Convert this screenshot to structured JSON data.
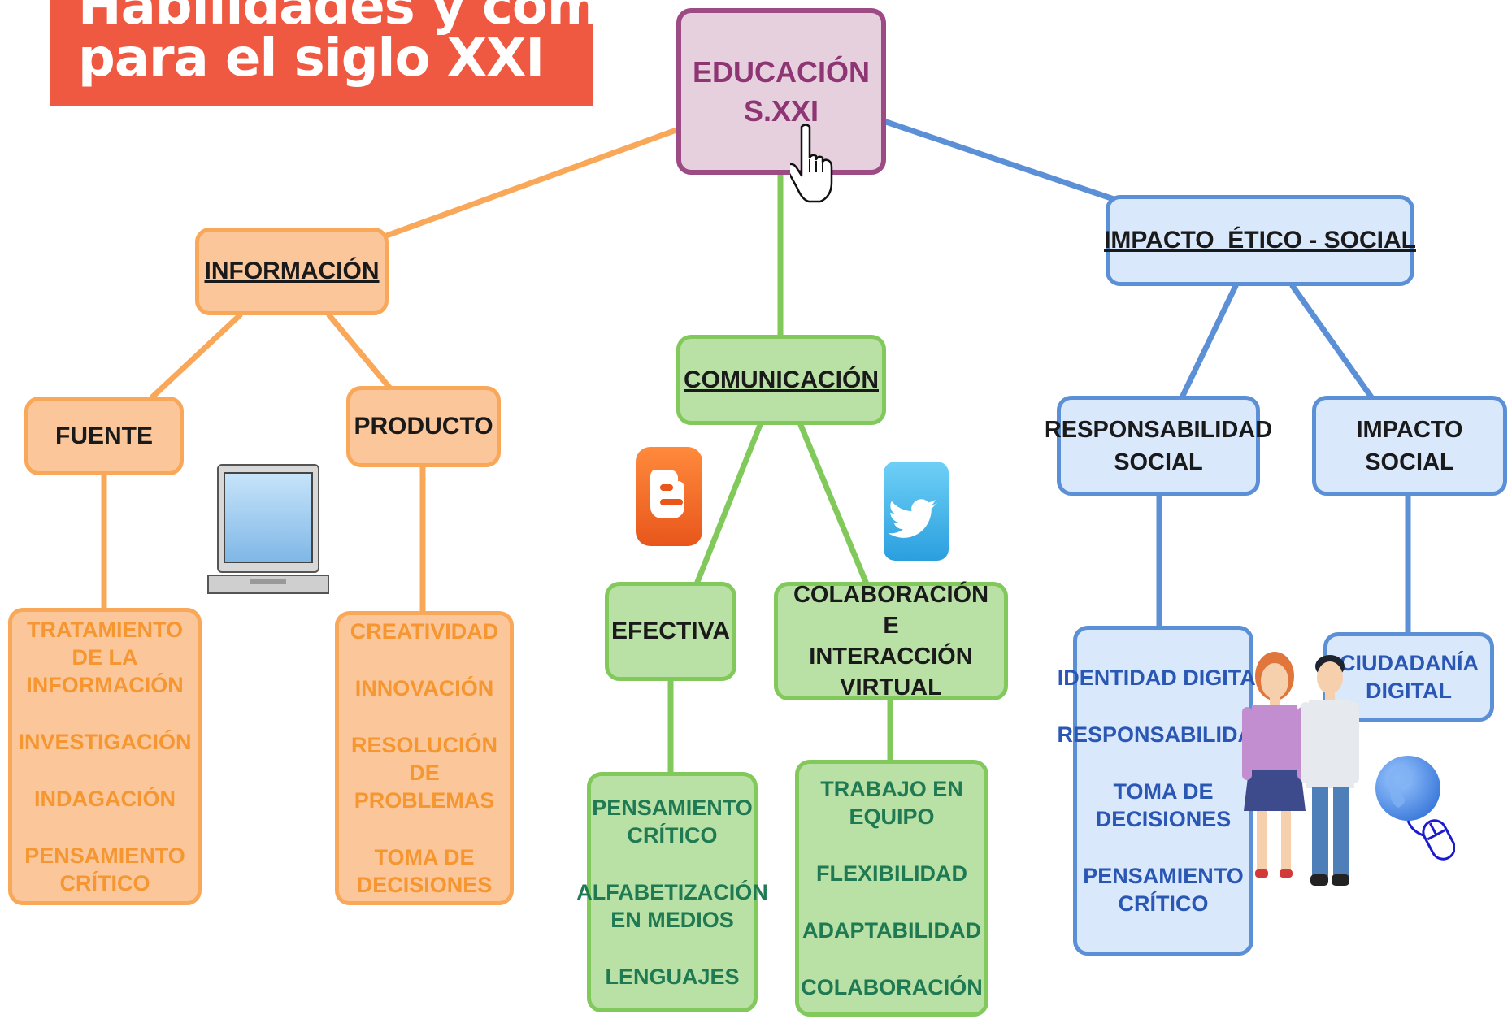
{
  "banner": {
    "line1": "Habilidades y competencias",
    "line2": "para el siglo XXI"
  },
  "root": {
    "line1": "EDUCACIÓN",
    "line2": "S.XXI"
  },
  "informacion": {
    "title": "INFORMACIÓN",
    "fuente": {
      "title": "FUENTE",
      "items": [
        "TRATAMIENTO DE LA INFORMACIÓN",
        "INVESTIGACIÓN",
        "INDAGACIÓN",
        "PENSAMIENTO CRÍTICO"
      ]
    },
    "producto": {
      "title": "PRODUCTO",
      "items": [
        "CREATIVIDAD",
        "INNOVACIÓN",
        "RESOLUCIÓN DE PROBLEMAS",
        "TOMA DE DECISIONES"
      ]
    }
  },
  "comunicacion": {
    "title": "COMUNICACIÓN",
    "efectiva": {
      "title": "EFECTIVA",
      "items": [
        "PENSAMIENTO CRÍTICO",
        "ALFABETIZACIÓN EN MEDIOS",
        "LENGUAJES"
      ]
    },
    "colaboracion": {
      "line1": "COLABORACIÓN",
      "line2": "E",
      "line3": "INTERACCIÓN VIRTUAL",
      "items": [
        "TRABAJO EN EQUIPO",
        "FLEXIBILIDAD",
        "ADAPTABILIDAD",
        "COLABORACIÓN"
      ]
    }
  },
  "impacto": {
    "title": "IMPACTO  ÉTICO - SOCIAL",
    "responsabilidad": {
      "line1": "RESPONSABILIDAD",
      "line2": "SOCIAL",
      "items": [
        "IDENTIDAD DIGITAL",
        "RESPONSABILIDAD",
        "TOMA DE DECISIONES",
        "PENSAMIENTO CRÍTICO"
      ]
    },
    "impacto_social": {
      "title": "IMPACTO SOCIAL",
      "items": [
        "CIUDADANÍA DIGITAL"
      ]
    }
  },
  "colors": {
    "orange_line": "#f9a85a",
    "green_line": "#82c95b",
    "blue_line": "#5b8fd6",
    "banner": "#ef5942"
  },
  "icons": [
    "laptop-icon",
    "blogger-icon",
    "twitter-icon",
    "people-icon",
    "globe-mouse-icon",
    "hand-cursor-icon"
  ]
}
